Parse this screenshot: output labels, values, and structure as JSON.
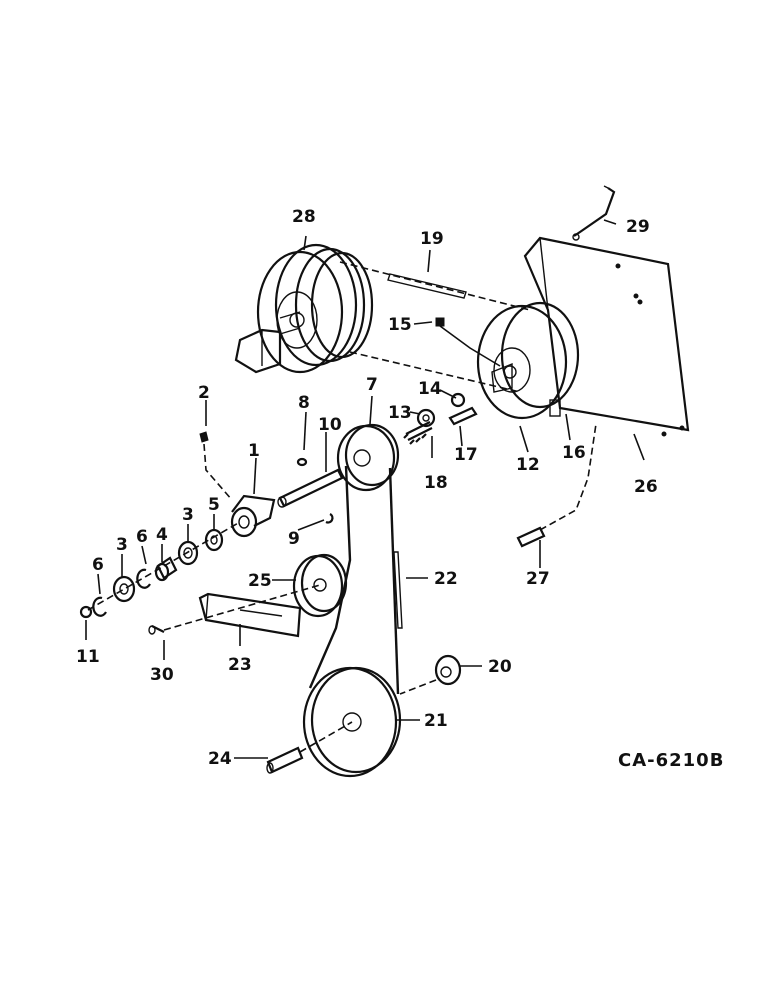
{
  "drawing_code": "CA-6210B",
  "callouts": [
    "1",
    "2",
    "3",
    "3",
    "4",
    "5",
    "6",
    "6",
    "7",
    "8",
    "9",
    "10",
    "11",
    "12",
    "13",
    "14",
    "15",
    "16",
    "17",
    "18",
    "19",
    "20",
    "21",
    "22",
    "23",
    "24",
    "25",
    "26",
    "27",
    "28",
    "29",
    "30"
  ]
}
